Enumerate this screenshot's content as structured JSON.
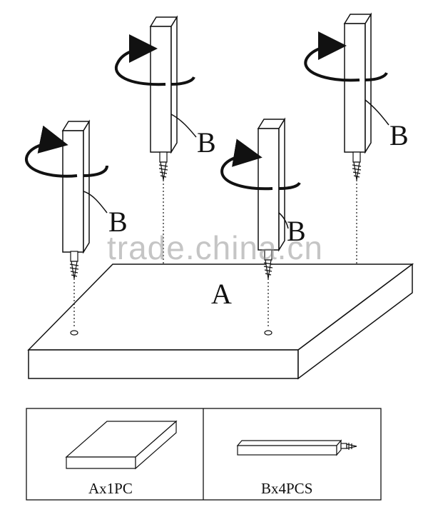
{
  "diagram": {
    "board_label": "A",
    "leg_labels": [
      "B",
      "B",
      "B",
      "B"
    ],
    "watermark": "trade.china.cn"
  },
  "parts_table": {
    "part_a_caption": "Ax1PC",
    "part_b_caption": "Bx4PCS"
  },
  "colors": {
    "line": "#111111",
    "background": "#ffffff",
    "watermark": "#969696"
  }
}
